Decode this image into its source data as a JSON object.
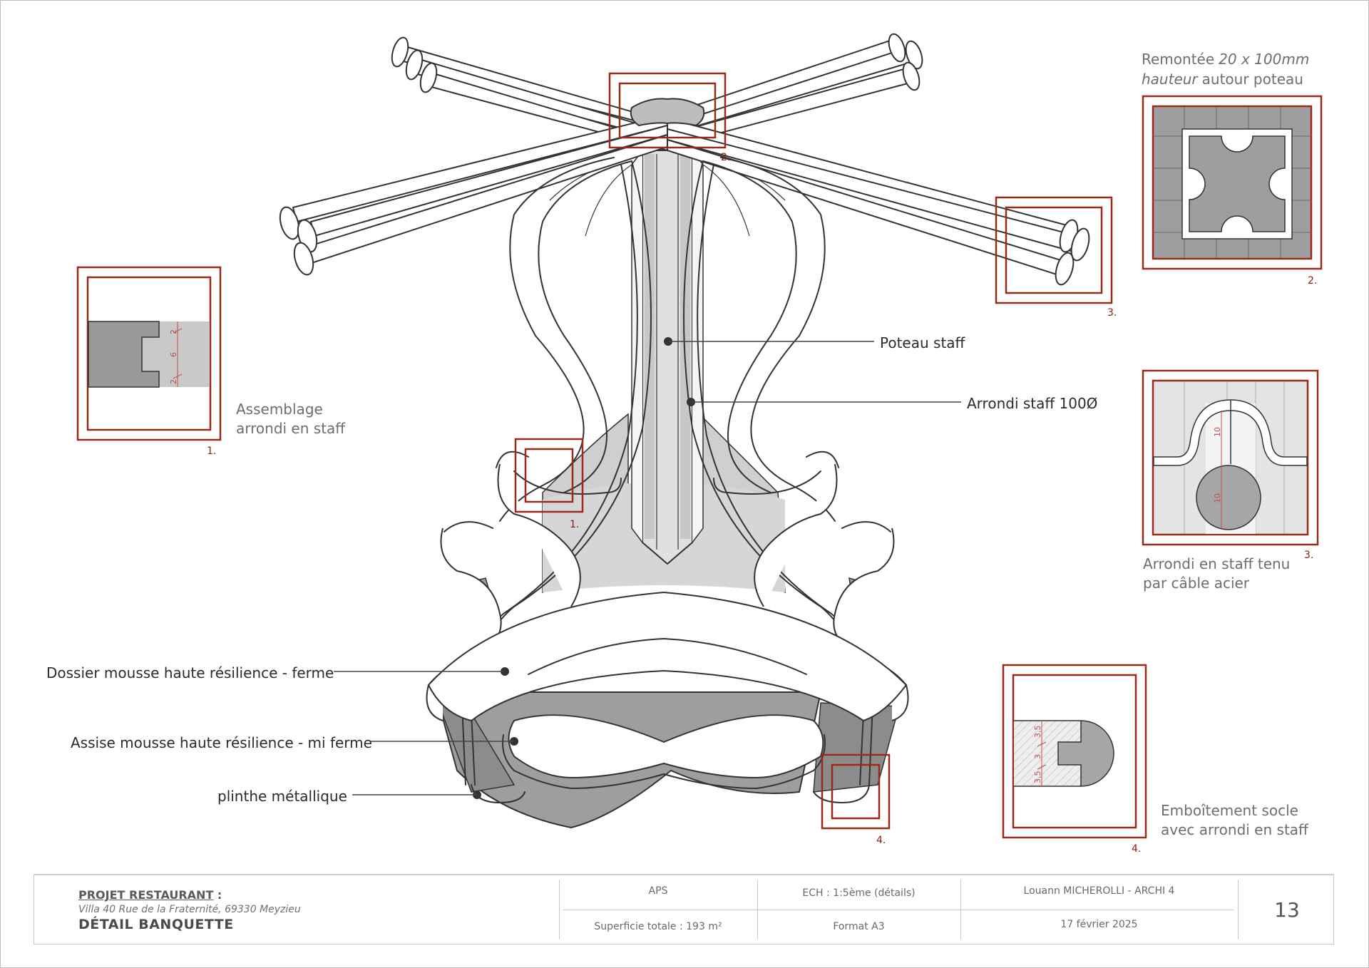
{
  "labels": {
    "poteau": "Poteau staff",
    "arrondi_staff": "Arrondi staff 100Ø",
    "dossier": "Dossier mousse haute résilience - ferme",
    "assise": "Assise mousse haute résilience - mi ferme",
    "plinthe": "plinthe métallique"
  },
  "details": {
    "d1": {
      "num": "1.",
      "caption_l1": "Assemblage",
      "caption_l2": "arrondi en staff",
      "dims": [
        "2",
        "6",
        "2"
      ]
    },
    "d2": {
      "num": "2.",
      "caption_l1_a": "Remontée",
      "caption_l1_b": "20 x 100mm",
      "caption_l2_a": "hauteur",
      "caption_l2_b": "autour poteau"
    },
    "d3": {
      "num": "3.",
      "caption_l1": "Arrondi en staff tenu",
      "caption_l2": "par câble acier",
      "dims": [
        "10",
        "10"
      ]
    },
    "d4": {
      "num": "4.",
      "caption_l1": "Emboîtement socle",
      "caption_l2": "avec arrondi en staff",
      "dims": [
        "3,5",
        "3",
        "3,5"
      ]
    }
  },
  "callout_nums": {
    "c1": "1.",
    "c2": "2.",
    "c3": "3.",
    "c4": "4."
  },
  "titleblock": {
    "project_label": "PROJET RESTAURANT",
    "project_colon": " :",
    "address": "Villa 40 Rue de la Fraternité, 69330 Meyzieu",
    "title": "DÉTAIL BANQUETTE",
    "phase": "APS",
    "scale": "ECH : 1:5ème (détails)",
    "author": "Louann MICHEROLLI - ARCHI 4",
    "area": "Superficie totale : 193 m²",
    "format": "Format A3",
    "date": "17 février 2025",
    "page": "13"
  },
  "colors": {
    "detail_frame": "#9b2a1c",
    "dim_text": "#c0504d",
    "fill_dark": "#9a9a9a",
    "fill_light": "#d0d0d0"
  }
}
